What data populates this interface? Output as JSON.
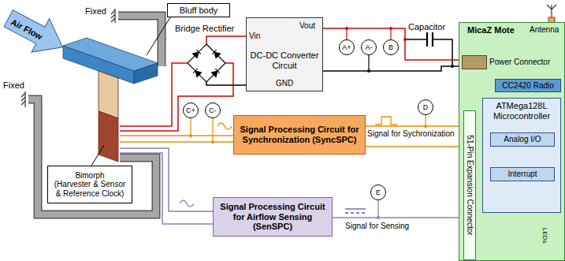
{
  "diagram": {
    "nodes": [
      {
        "text": [
          "Bluff body"
        ]
      },
      {
        "text": [
          "Bimorph",
          "(Harvester & Sensor & Reference Clock)"
        ]
      },
      {
        "text": [
          "DC-DC Converter Circuit"
        ]
      },
      {
        "text": [
          "A+"
        ]
      },
      {
        "text": [
          "A-"
        ]
      },
      {
        "text": [
          "B"
        ]
      },
      {
        "text": [
          "C+"
        ]
      },
      {
        "text": [
          "C-"
        ]
      },
      {
        "text": [
          "Signal Processing Circuit for Synchronization (SyncSPC)"
        ]
      },
      {
        "text": [
          "D"
        ]
      },
      {
        "text": [
          "Signal Processing Circuit for Airflow Sensing (SenSPC)"
        ]
      },
      {
        "text": [
          "E"
        ]
      },
      {
        "text": [
          "MicaZ Mote"
        ]
      },
      {
        "text": [
          "Power Connector"
        ],
        "in": 12
      },
      {
        "text": [
          "CC2420 Radio"
        ],
        "in": 12
      },
      {
        "text": [
          "ATMega128L Microcontroller"
        ],
        "in": 12
      },
      {
        "text": [
          "Analog I/O"
        ],
        "in": 15
      },
      {
        "text": [
          "Interrupt"
        ],
        "in": 15
      },
      {
        "text": [
          "51-Pin Expansion Connector"
        ],
        "in": 12
      }
    ],
    "edges": [
      {
        "from": 2,
        "to": 13,
        "arrow": "none"
      },
      {
        "from": 2,
        "to": 13,
        "arrow": "none"
      },
      {
        "from": 8,
        "to": 18,
        "arrow": "none"
      },
      {
        "from": 18,
        "to": 8,
        "arrow": "none"
      },
      {
        "from": 10,
        "to": 18,
        "arrow": "none"
      }
    ],
    "labels": [
      "Air Flow",
      "Fixed",
      "Fixed",
      "Bridge Rectifier",
      "Vin",
      "Vout",
      "GND",
      "Capacitor",
      "Signal for Sychronization",
      "Signal for Sensing",
      "Antenna",
      "LEDs"
    ]
  }
}
